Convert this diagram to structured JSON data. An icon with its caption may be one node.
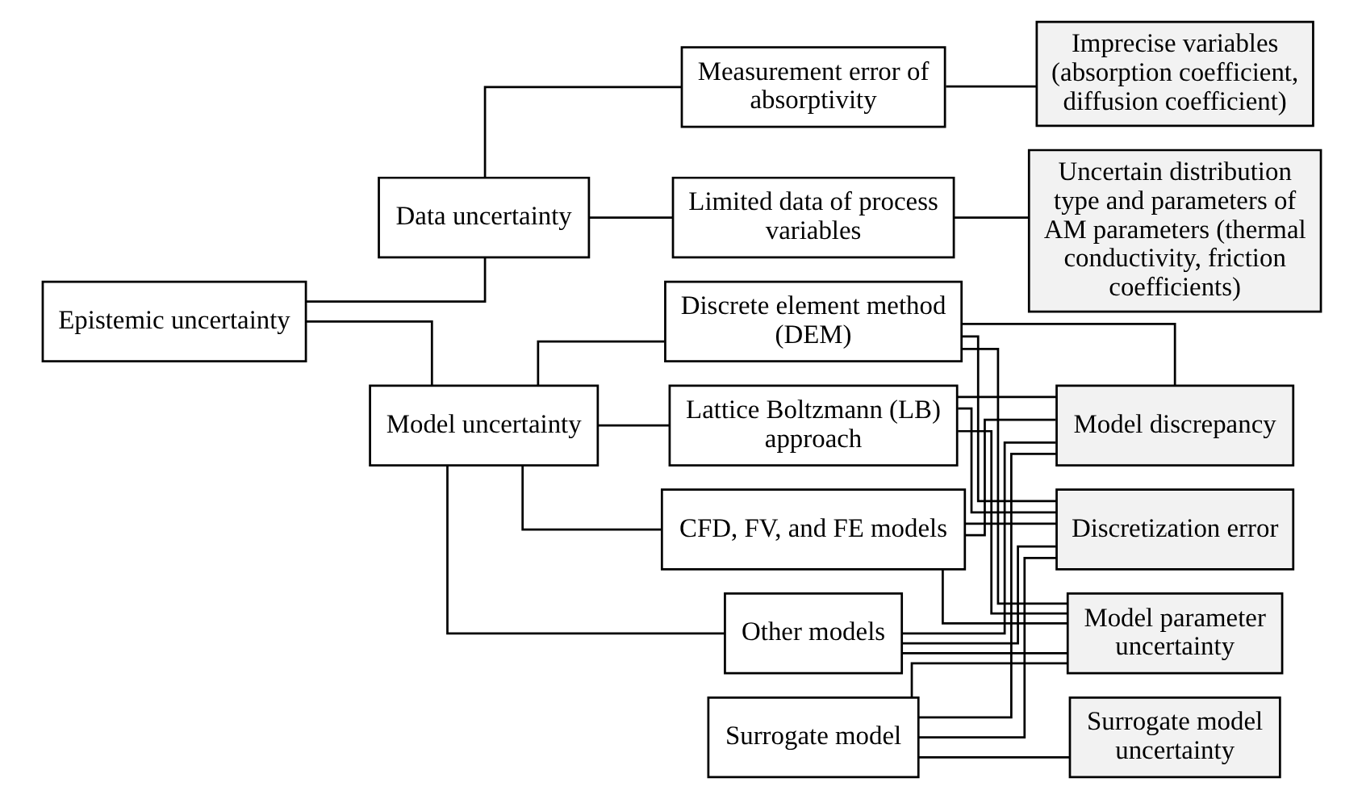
{
  "diagram": {
    "nodes": [
      {
        "text": [
          "Epistemic uncertainty"
        ]
      },
      {
        "text": [
          "Data uncertainty"
        ]
      },
      {
        "text": [
          "Model uncertainty"
        ]
      },
      {
        "text": [
          "Limited data of process variables"
        ]
      },
      {
        "text": [
          "Uncertain distribution type and parameters of AM parameters (thermal conductivity, friction coefficients)"
        ]
      },
      {
        "text": [
          "Measurement error of absorptivity"
        ]
      },
      {
        "text": [
          "Imprecise variables (absorption coefficient, diffusion coefficient)"
        ]
      },
      {
        "text": [
          "Discrete element method (DEM)"
        ]
      },
      {
        "text": [
          "Lattice Boltzmann (LB) approach"
        ]
      },
      {
        "text": [
          "CFD, FV, and FE models"
        ]
      },
      {
        "text": [
          "Other models"
        ]
      },
      {
        "text": [
          "Surrogate model"
        ]
      },
      {
        "text": [
          "Model discrepancy"
        ]
      },
      {
        "text": [
          "Discretization error"
        ]
      },
      {
        "text": [
          "Model parameter uncertainty"
        ]
      },
      {
        "text": [
          "Surrogate model uncertainty"
        ]
      }
    ],
    "edges": [
      {
        "from": 0,
        "to": 1,
        "arrow": "none"
      },
      {
        "from": 0,
        "to": 2,
        "arrow": "none"
      },
      {
        "from": 1,
        "to": 3,
        "arrow": "none"
      },
      {
        "from": 3,
        "to": 4,
        "arrow": "none"
      },
      {
        "from": 1,
        "to": 5,
        "arrow": "none"
      },
      {
        "from": 5,
        "to": 6,
        "arrow": "none"
      },
      {
        "from": 2,
        "to": 7,
        "arrow": "none"
      },
      {
        "from": 2,
        "to": 8,
        "arrow": "none"
      },
      {
        "from": 2,
        "to": 9,
        "arrow": "none"
      },
      {
        "from": 2,
        "to": 10,
        "arrow": "none"
      },
      {
        "from": 7,
        "to": 12,
        "arrow": "none"
      },
      {
        "from": 7,
        "to": 13,
        "arrow": "none"
      },
      {
        "from": 7,
        "to": 14,
        "arrow": "none"
      },
      {
        "from": 8,
        "to": 12,
        "arrow": "none"
      },
      {
        "from": 8,
        "to": 13,
        "arrow": "none"
      },
      {
        "from": 8,
        "to": 14,
        "arrow": "none"
      },
      {
        "from": 9,
        "to": 12,
        "arrow": "none"
      },
      {
        "from": 9,
        "to": 13,
        "arrow": "none"
      },
      {
        "from": 9,
        "to": 14,
        "arrow": "none"
      },
      {
        "from": 10,
        "to": 12,
        "arrow": "none"
      },
      {
        "from": 10,
        "to": 13,
        "arrow": "none"
      },
      {
        "from": 10,
        "to": 14,
        "arrow": "none"
      },
      {
        "from": 11,
        "to": 12,
        "arrow": "none"
      },
      {
        "from": 11,
        "to": 13,
        "arrow": "none"
      },
      {
        "from": 11,
        "to": 14,
        "arrow": "none"
      },
      {
        "from": 11,
        "to": 15,
        "arrow": "none"
      }
    ]
  }
}
